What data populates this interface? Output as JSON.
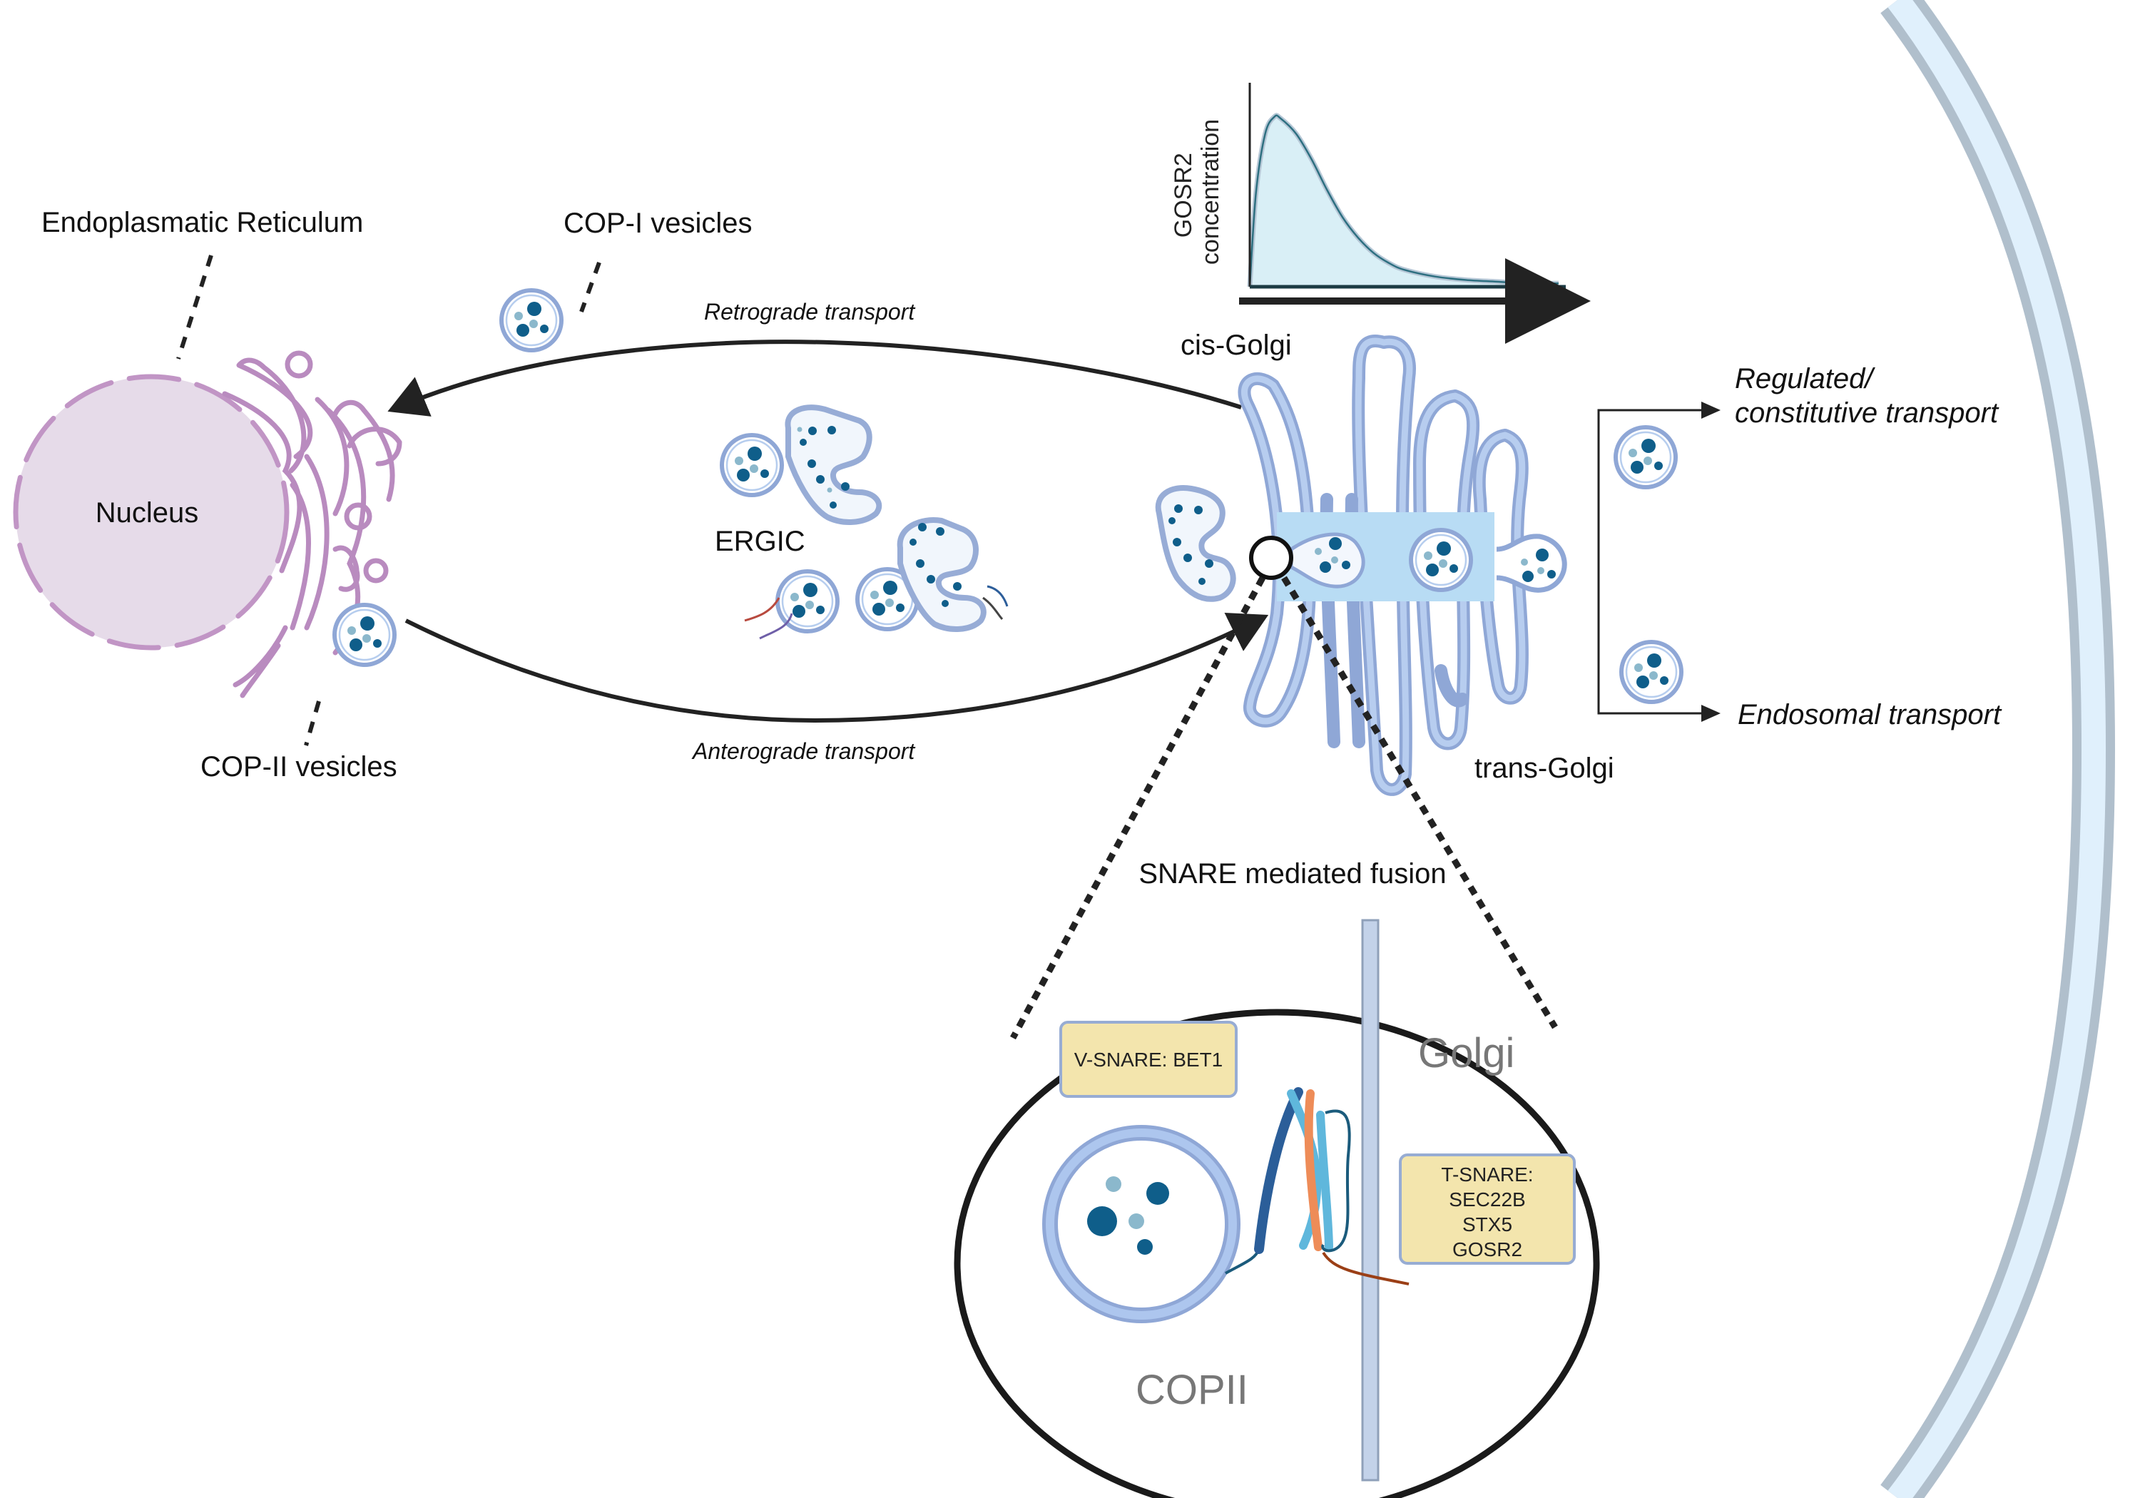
{
  "labels": {
    "er": "Endoplasmatic Reticulum",
    "nucleus": "Nucleus",
    "cop1_vesicles": "COP-I vesicles",
    "cop2_vesicles": "COP-II vesicles",
    "retrograde": "Retrograde transport",
    "anterograde": "Anterograde transport",
    "ergic": "ERGIC",
    "cis_golgi": "cis-Golgi",
    "trans_golgi": "trans-Golgi",
    "regulated_line1": "Regulated/",
    "regulated_line2": "constitutive transport",
    "endosomal": "Endosomal transport",
    "snare_title": "SNARE mediated fusion",
    "inset_golgi": "Golgi",
    "inset_copii": "COPII"
  },
  "boxes": {
    "v_snare": "V-SNARE: BET1",
    "t_snare": [
      "T-SNARE:",
      "SEC22B",
      "STX5",
      "GOSR2"
    ]
  },
  "colors": {
    "nucleus_fill": "#e6dbe9",
    "nucleus_stroke": "#c195c5",
    "er_stroke": "#b98bbf",
    "vesicle_membrane": "#8fa7d6",
    "cargo_dark": "#0f5e8a",
    "cargo_light": "#8bb8cc",
    "golgi_band": "#b8dcf4",
    "label_box_fill": "#f3e5ad",
    "label_box_stroke": "#97acd3",
    "cell_membrane_outer": "#b0bfcc",
    "cell_membrane_inner": "#e0f0fc",
    "chart_fill": "#d9eff6",
    "chart_line": "#2d6f80",
    "snare_dark_blue": "#2b5e99",
    "snare_light_blue": "#5fb7dc",
    "snare_orange": "#ee8c58",
    "snare_brown": "#9b3f16",
    "snare_navy": "#1b5b7c"
  },
  "chart_data": {
    "type": "area",
    "title": "",
    "ylabel": "GOSR2 concentration",
    "xlabel": "",
    "x_direction": "cis-Golgi to trans-Golgi (arrow)",
    "x": [
      0,
      0.02,
      0.05,
      0.08,
      0.1,
      0.15,
      0.2,
      0.25,
      0.3,
      0.35,
      0.4,
      0.45,
      0.5,
      0.6,
      0.7,
      0.8,
      0.9,
      1.0
    ],
    "y": [
      0,
      0.55,
      0.9,
      1.0,
      0.99,
      0.9,
      0.75,
      0.57,
      0.41,
      0.29,
      0.2,
      0.14,
      0.1,
      0.06,
      0.04,
      0.03,
      0.02,
      0.02
    ],
    "xlim": [
      0,
      1
    ],
    "ylim": [
      0,
      1.2
    ],
    "grid": false,
    "ticks": false
  }
}
